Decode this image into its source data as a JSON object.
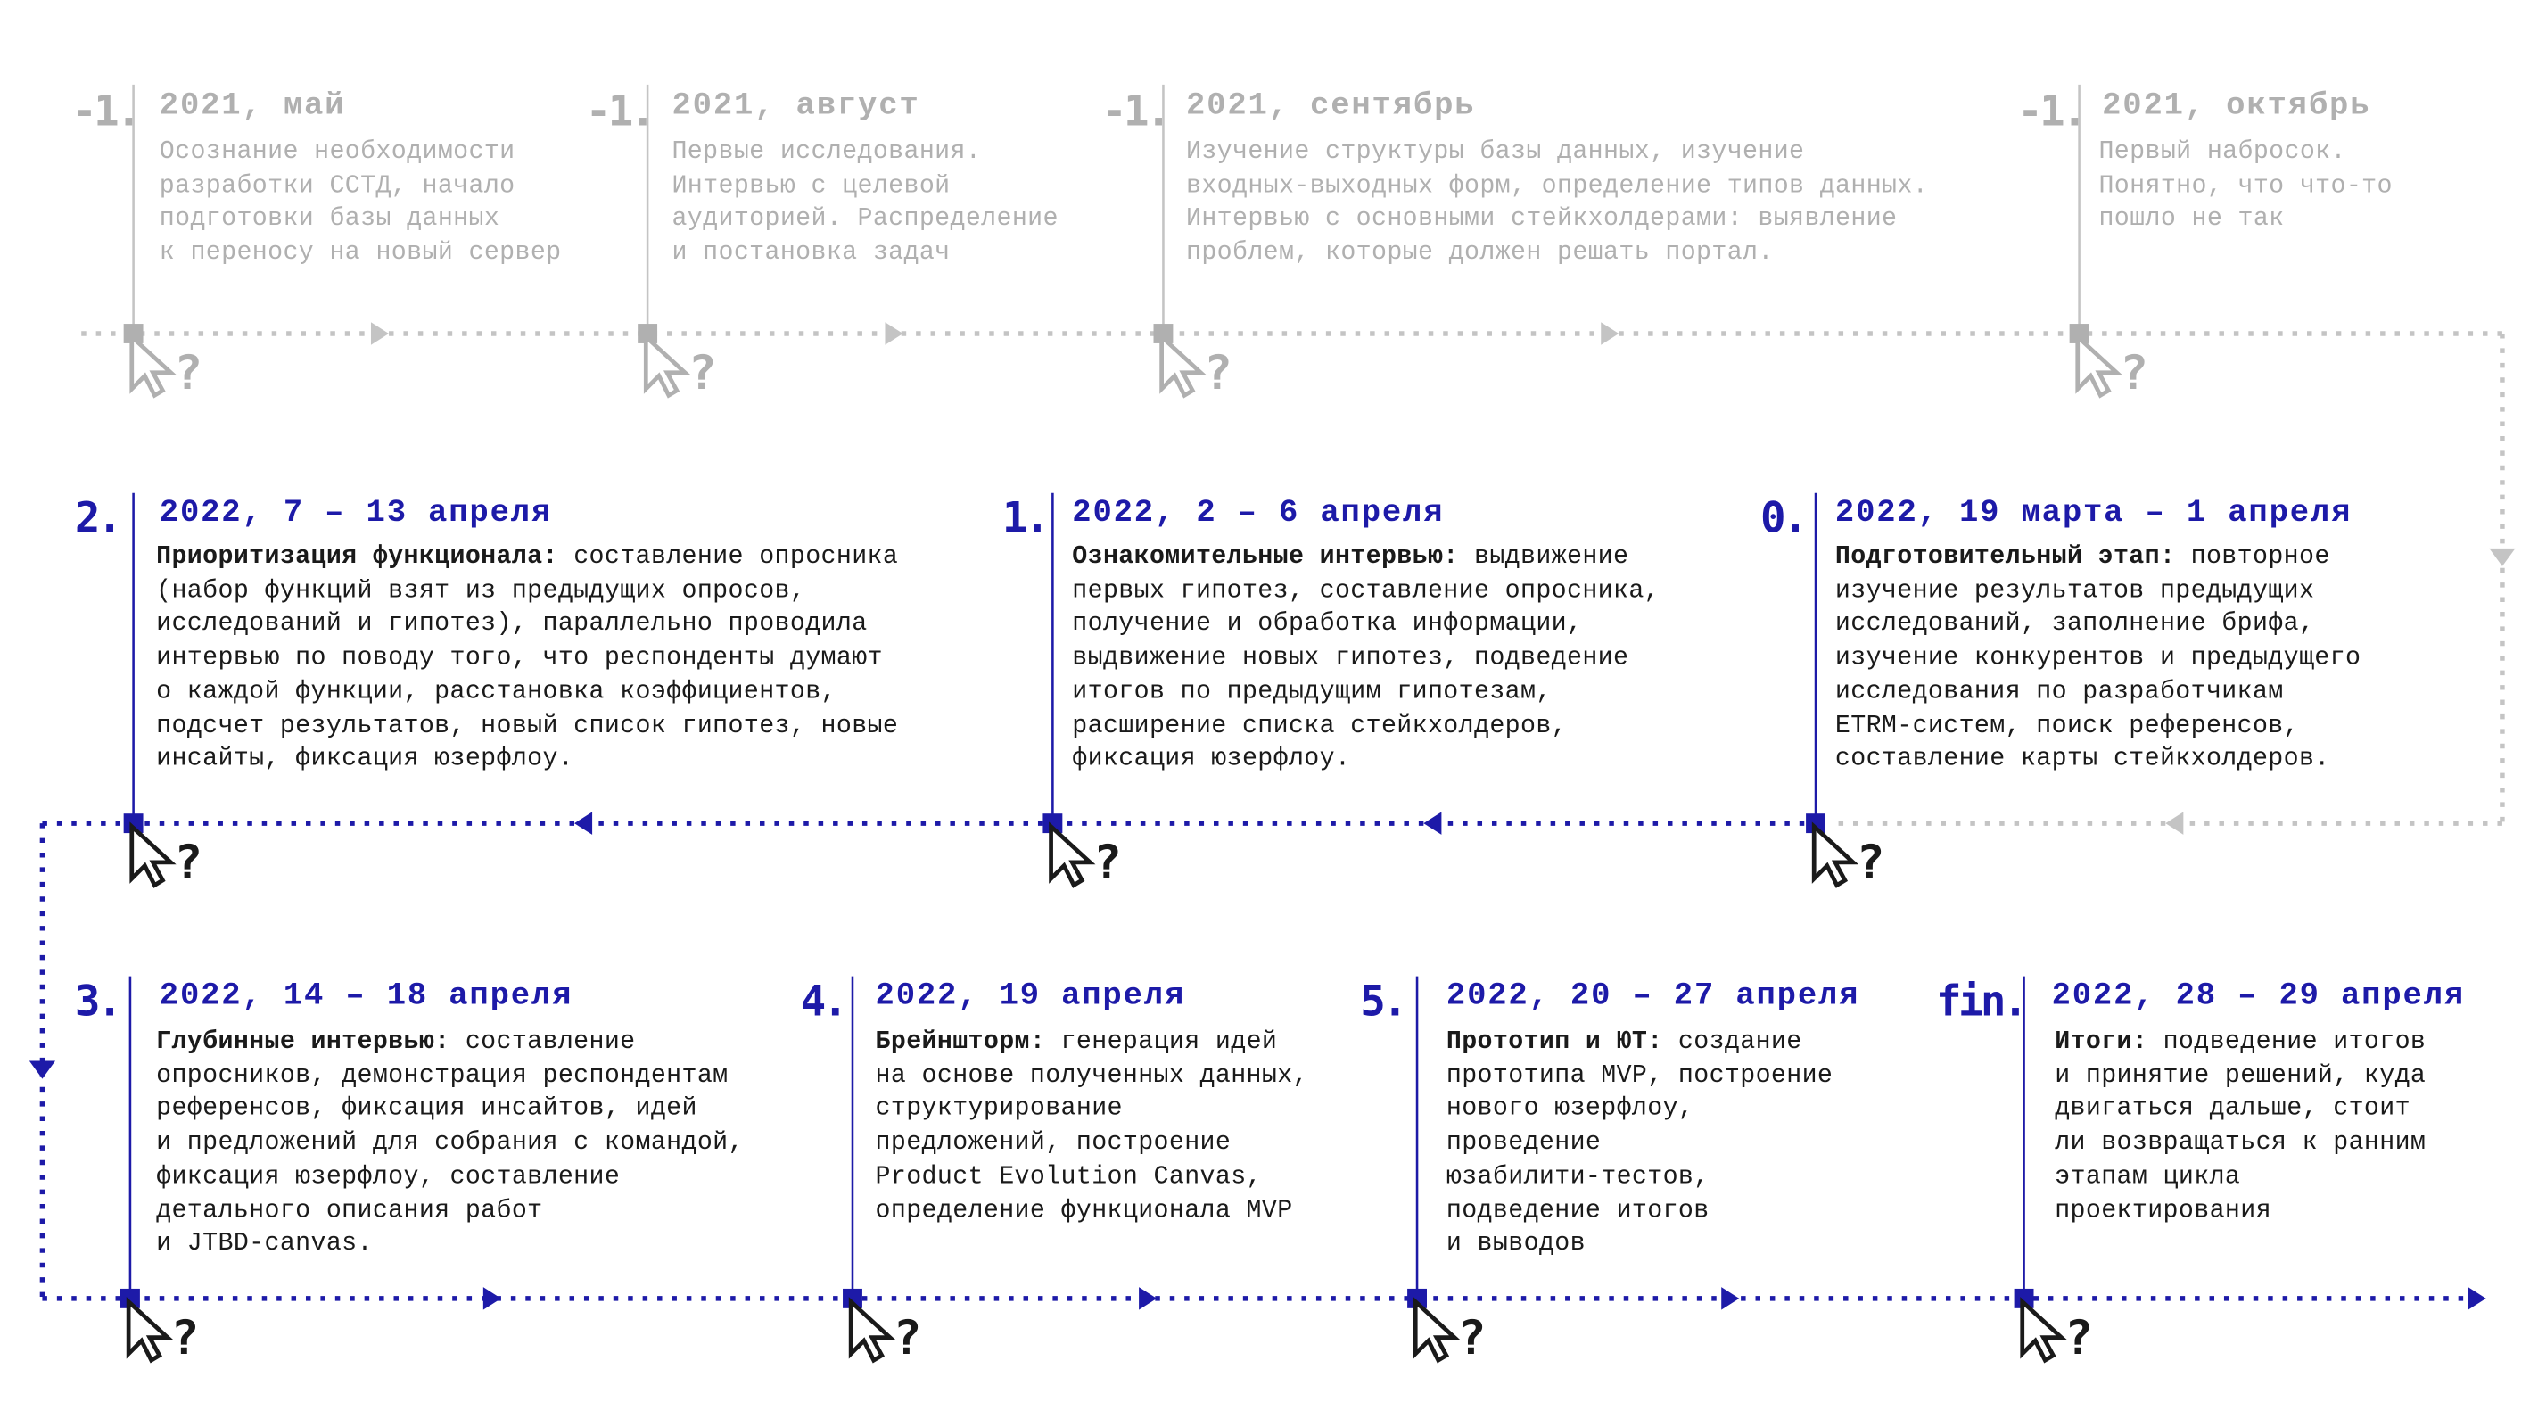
{
  "colors": {
    "past": "#b0b0b0",
    "accent": "#1d1aa8",
    "text": "#1a1a1a",
    "connector_gray": "#c4c4c4"
  },
  "icons": {
    "marker": "cursor-question-icon"
  },
  "milestones_2021": [
    {
      "num": "-1.",
      "date": "2021, май",
      "text": "Осознание необходимости\nразработки ССТД, начало\nподготовки базы данных\nк переносу на новый сервер"
    },
    {
      "num": "-1.",
      "date": "2021, август",
      "text": "Первые исследования.\nИнтервью с целевой\nаудиторией. Распределение\nи постановка задач"
    },
    {
      "num": "-1.",
      "date": "2021, сентябрь",
      "text": "Изучение структуры базы данных, изучение\nвходных-выходных форм, определение типов данных.\nИнтервью с основными стейкхолдерами: выявление\nпроблем, которые должен решать портал."
    },
    {
      "num": "-1.",
      "date": "2021, октябрь",
      "text": "Первый набросок.\nПонятно, что что-то\nпошло не так"
    }
  ],
  "stages_row2": [
    {
      "num": "0.",
      "date": "2022, 19 марта – 1 апреля",
      "title": "Подготовительный этап:",
      "text": " повторное\nизучение результатов предыдущих\nисследований, заполнение брифа,\nизучение конкурентов и предыдущего\nисследования по разработчикам\nETRM-систем, поиск референсов,\nсоставление карты стейкхолдеров."
    },
    {
      "num": "1.",
      "date": "2022, 2 – 6 апреля",
      "title": "Ознакомительные интервью:",
      "text": " выдвижение\nпервых гипотез, составление опросника,\nполучение и обработка информации,\nвыдвижение новых гипотез, подведение\nитогов по предыдущим гипотезам,\nрасширение списка стейкхолдеров,\nфиксация юзерфлоу."
    },
    {
      "num": "2.",
      "date": "2022, 7 – 13 апреля",
      "title": "Приоритизация функционала:",
      "text": " составление опросника\n(набор функций взят из предыдущих опросов,\nисследований и гипотез), параллельно проводила\nинтервью по поводу того, что респонденты думают\nо каждой функции, расстановка коэффициентов,\nподсчет результатов, новый список гипотез, новые\nинсайты, фиксация юзерфлоу."
    }
  ],
  "stages_row3": [
    {
      "num": "3.",
      "date": "2022, 14 – 18 апреля",
      "title": "Глубинные интервью:",
      "text": " составление\nопросников, демонстрация респондентам\nреференсов, фиксация инсайтов, идей\nи предложений для собрания с командой,\nфиксация юзерфлоу, составление\nдетального описания работ\nи JTBD-canvas."
    },
    {
      "num": "4.",
      "date": "2022, 19 апреля",
      "title": "Брейншторм:",
      "text": " генерация идей\nна основе полученных данных,\nструктурирование\nпредложений, построение\nProduct Evolution Canvas,\nопределение функционала MVP"
    },
    {
      "num": "5.",
      "date": "2022, 20 – 27 апреля",
      "title": "Прототип и ЮТ:",
      "text": " создание\nпрототипа MVP, построение\nнового юзерфлоу,\nпроведение\nюзабилити-тестов,\nподведение итогов\nи выводов"
    },
    {
      "num": "fin.",
      "date": "2022, 28 – 29 апреля",
      "title": "Итоги:",
      "text": " подведение итогов\nи принятие решений, куда\nдвигаться дальше, стоит\nли возвращаться к ранним\nэтапам цикла\nпроектирования"
    }
  ]
}
